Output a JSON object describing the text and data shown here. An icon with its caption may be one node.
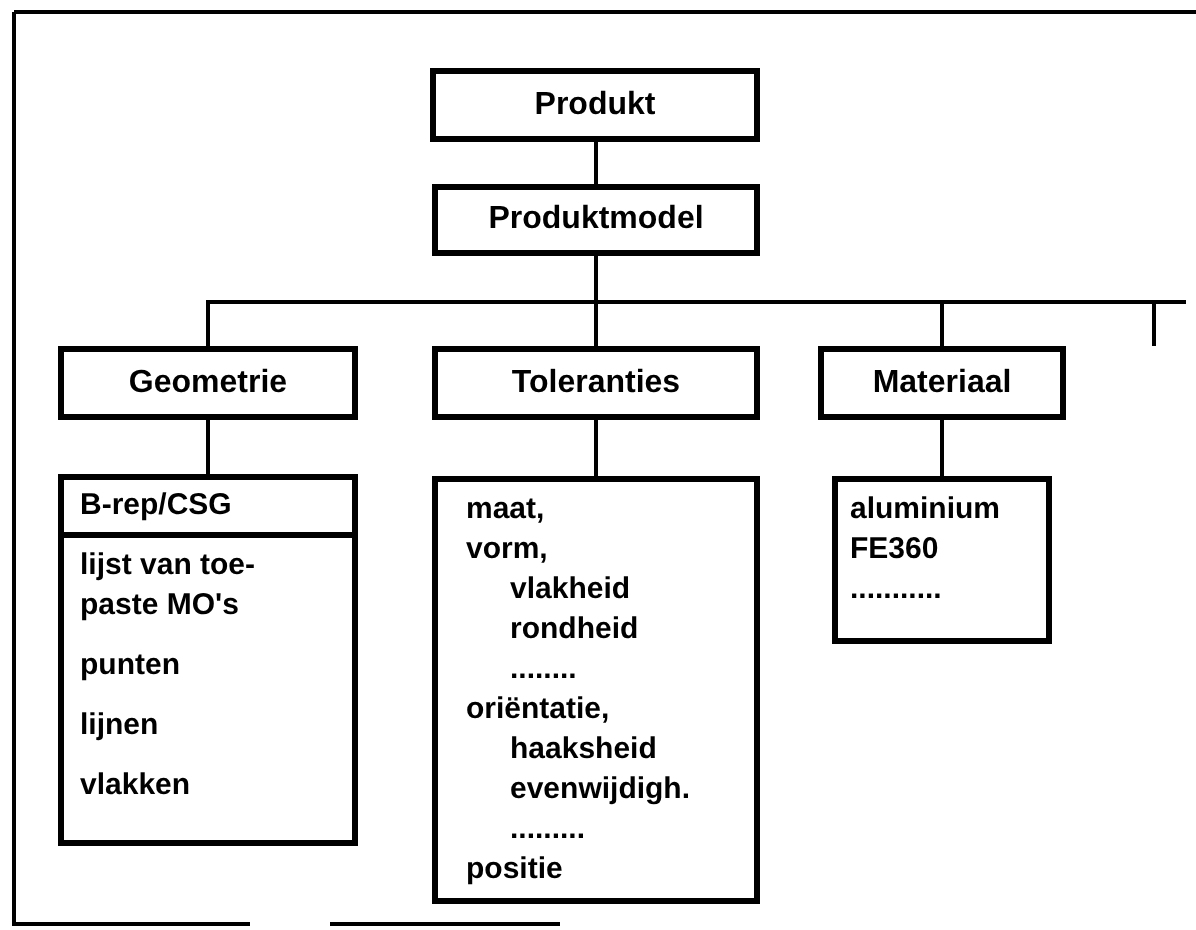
{
  "diagram": {
    "nodes": [
      {
        "text": [
          "Produkt"
        ]
      },
      {
        "text": [
          "Produktmodel"
        ]
      },
      {
        "text": [
          "Geometrie"
        ]
      },
      {
        "text": [
          "Toleranties"
        ]
      },
      {
        "text": [
          "Materiaal"
        ]
      },
      {
        "text": [
          "B-rep/CSG",
          "lijst van toe- paste MO's",
          "punten",
          "lijnen",
          "vlakken"
        ]
      },
      {
        "text": [
          "maat,",
          "vorm,",
          "vlakheid",
          "rondheid",
          "........",
          "oriëntatie,",
          "haaksheid",
          "evenwijdigh.",
          ".........",
          "positie"
        ]
      },
      {
        "text": [
          "aluminium",
          "FE360",
          "..........."
        ]
      }
    ],
    "edges": [
      {
        "from": 0,
        "to": 1,
        "arrow": "none"
      },
      {
        "from": 1,
        "to": 2,
        "arrow": "none"
      },
      {
        "from": 1,
        "to": 3,
        "arrow": "none"
      },
      {
        "from": 1,
        "to": 4,
        "arrow": "none"
      },
      {
        "from": 1,
        "to": null,
        "arrow": "none"
      },
      {
        "from": 2,
        "to": 5,
        "arrow": "none"
      },
      {
        "from": 3,
        "to": 6,
        "arrow": "none"
      },
      {
        "from": 4,
        "to": 7,
        "arrow": "none"
      }
    ]
  }
}
